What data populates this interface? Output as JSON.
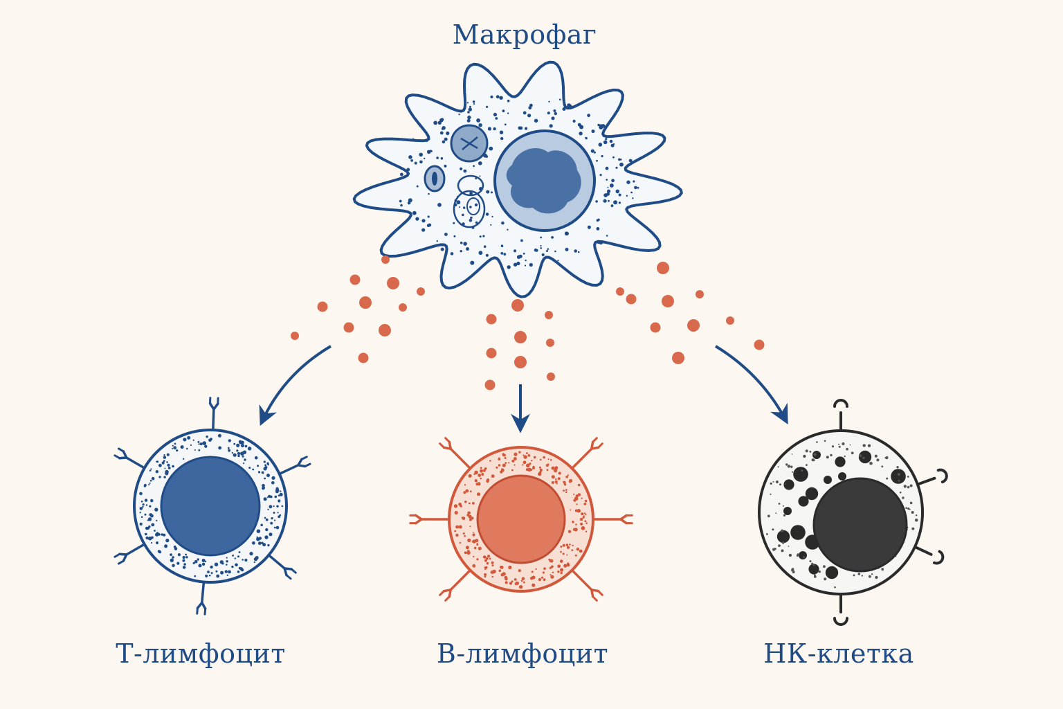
{
  "labels": {
    "macrophage": "Макрофаг",
    "t_cell": "Т-лимфоцит",
    "b_cell": "В-лимфоцит",
    "nk_cell": "НК-клетка"
  },
  "colors": {
    "background": "#fcf7f0",
    "blue": "#1f4b86",
    "blue_fill": "#3d679e",
    "orange": "#d1583a",
    "orange_fill": "#e07a5f",
    "black": "#2a2a2a",
    "signal_dot": "#d9694c"
  }
}
